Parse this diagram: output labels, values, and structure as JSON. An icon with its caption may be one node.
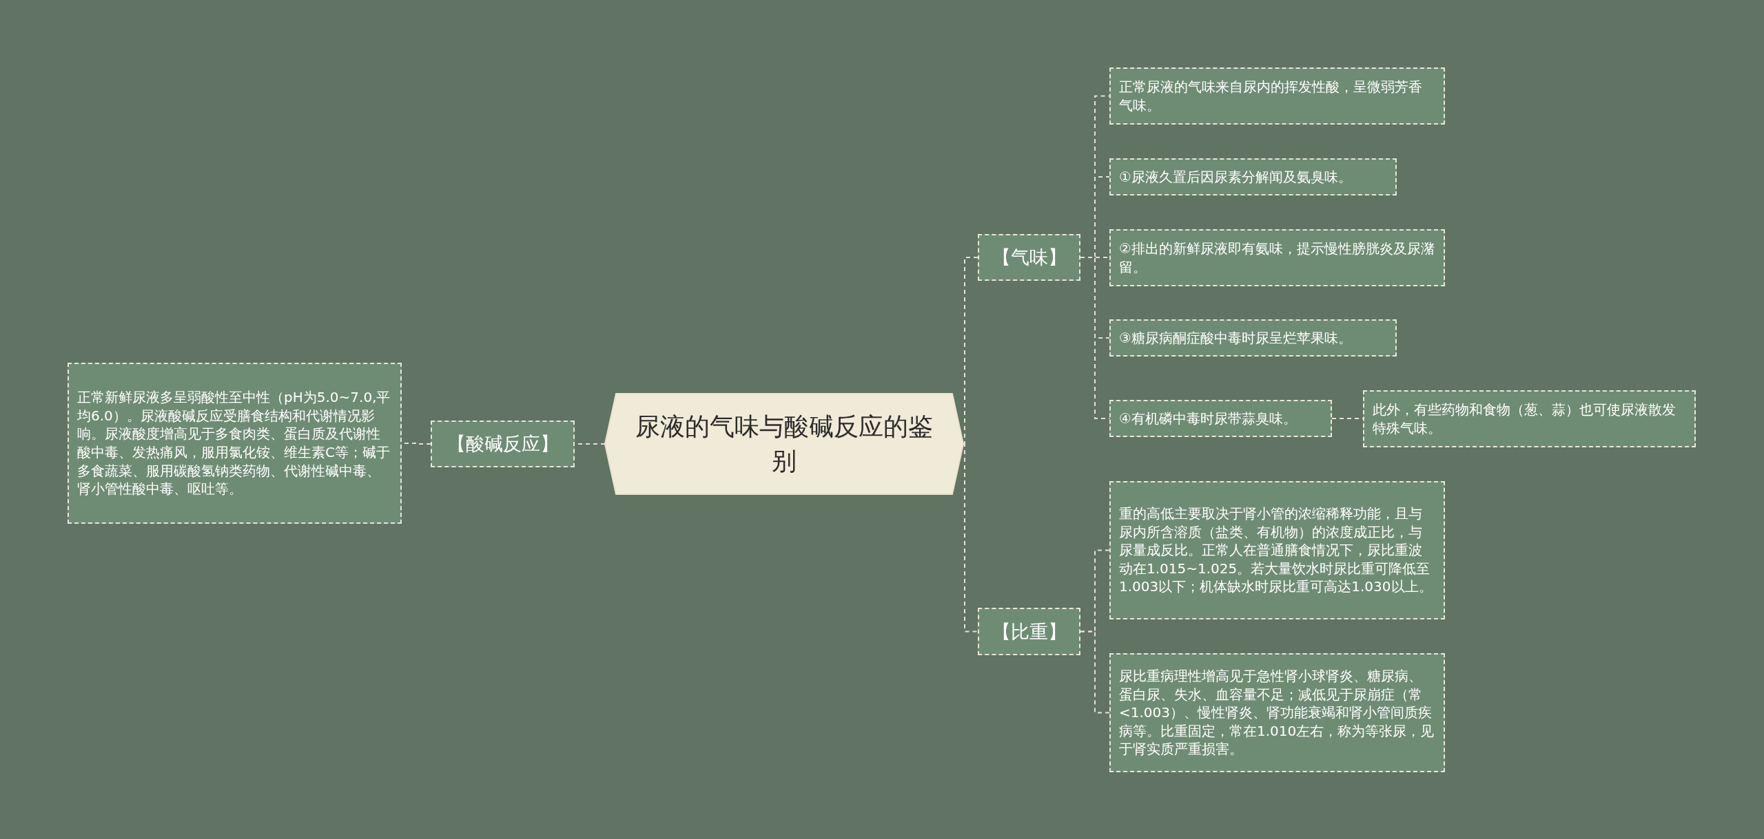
{
  "diagram": {
    "nodes": [
      {
        "text": [
          "尿液的气味与酸碱反应的鉴别"
        ]
      },
      {
        "text": [
          "【气味】"
        ]
      },
      {
        "text": [
          "正常尿液的气味来自尿内的挥发性酸，呈微弱芳香气味。"
        ]
      },
      {
        "text": [
          "①尿液久置后因尿素分解闻及氨臭味。"
        ]
      },
      {
        "text": [
          "②排出的新鲜尿液即有氨味，提示慢性膀胱炎及尿潴留。"
        ]
      },
      {
        "text": [
          "③糖尿病酮症酸中毒时尿呈烂苹果味。"
        ]
      },
      {
        "text": [
          "④有机磷中毒时尿带蒜臭味。"
        ]
      },
      {
        "text": [
          "此外，有些药物和食物（葱、蒜）也可使尿液散发特殊气味。"
        ]
      },
      {
        "text": [
          "【比重】"
        ]
      },
      {
        "text": [
          "重的高低主要取决于肾小管的浓缩稀释功能，且与尿内所含溶质（盐类、有机物）的浓度成正比，与尿量成反比。正常人在普通膳食情况下，尿比重波动在1.015~1.025。若大量饮水时尿比重可降低至1.003以下；机体缺水时尿比重可高达1.030以上。"
        ]
      },
      {
        "text": [
          "尿比重病理性增高见于急性肾小球肾炎、糖尿病、蛋白尿、失水、血容量不足；减低见于尿崩症（常<1.003）、慢性肾炎、肾功能衰竭和肾小管间质疾病等。比重固定，常在1.010左右，称为等张尿，见于肾实质严重损害。"
        ]
      },
      {
        "text": [
          "【酸碱反应】"
        ]
      },
      {
        "text": [
          "正常新鲜尿液多呈弱酸性至中性（pH为5.0~7.0,平均6.0）。尿液酸碱反应受膳食结构和代谢情况影响。尿液酸度增高见于多食肉类、蛋白质及代谢性酸中毒、发热痛风，服用氯化铵、维生素C等；碱于多食蔬菜、服用碳酸氢钠类药物、代谢性碱中毒、肾小管性酸中毒、呕吐等。"
        ]
      }
    ],
    "edges": [
      {
        "from": 0,
        "to": 1,
        "arrow": "none",
        "style": "dashed"
      },
      {
        "from": 0,
        "to": 8,
        "arrow": "none",
        "style": "dashed"
      },
      {
        "from": 0,
        "to": 11,
        "arrow": "none",
        "style": "dashed"
      },
      {
        "from": 11,
        "to": 12,
        "arrow": "none",
        "style": "dashed"
      },
      {
        "from": 1,
        "to": 2,
        "arrow": "none",
        "style": "dashed"
      },
      {
        "from": 1,
        "to": 3,
        "arrow": "none",
        "style": "dashed"
      },
      {
        "from": 1,
        "to": 4,
        "arrow": "none",
        "style": "dashed"
      },
      {
        "from": 1,
        "to": 5,
        "arrow": "none",
        "style": "dashed"
      },
      {
        "from": 1,
        "to": 6,
        "arrow": "none",
        "style": "dashed"
      },
      {
        "from": 6,
        "to": 7,
        "arrow": "none",
        "style": "dashed"
      },
      {
        "from": 8,
        "to": 9,
        "arrow": "none",
        "style": "dashed"
      },
      {
        "from": 8,
        "to": 10,
        "arrow": "none",
        "style": "dashed"
      }
    ]
  }
}
